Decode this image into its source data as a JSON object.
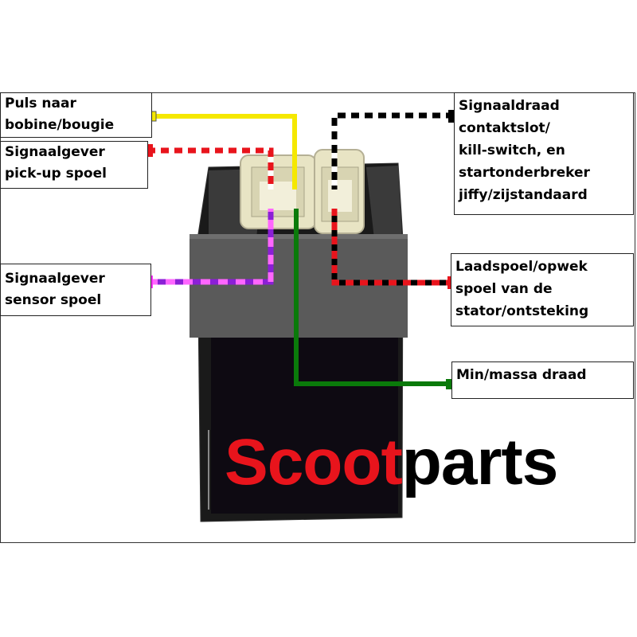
{
  "labels": {
    "puls": [
      "Puls naar",
      "bobine/bougie"
    ],
    "signaalgever_pickup": [
      "Signaalgever",
      "pick-up spoel"
    ],
    "signaalgever_sensor": [
      "Signaalgever",
      "sensor spoel"
    ],
    "signaaldraad": [
      "Signaaldraad",
      "contaktslot/",
      "kill-switch, en",
      "startonderbreker",
      "jiffy/zijstandaard"
    ],
    "laadspoel": [
      "Laadspoel/opwek",
      "spoel van de",
      "stator/ontsteking"
    ],
    "massa": [
      "Min/massa draad"
    ]
  },
  "brand": {
    "part1": "Scoot",
    "part2": "parts"
  },
  "colors": {
    "yellow_wire": "#f5e800",
    "red_wire": "#e8141c",
    "purple_wire": "#8b1fd6",
    "magenta_end": "#ff33ff",
    "green_wire": "#0a7a0a",
    "black_wire": "#000000",
    "brand_red": "#e8141c"
  }
}
